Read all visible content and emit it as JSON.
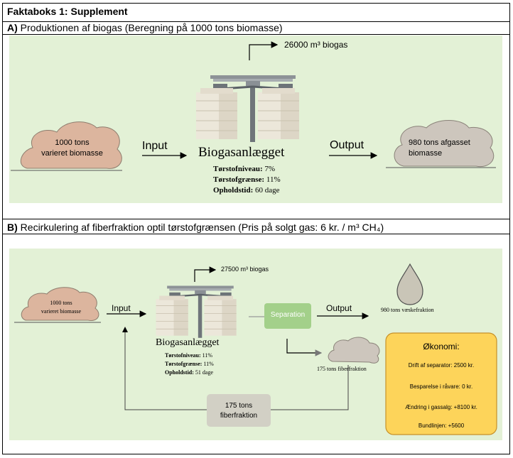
{
  "header": {
    "title": "Faktaboks 1: Supplement"
  },
  "section_a": {
    "title_prefix": "A)",
    "title_text": "Produktionen af biogas (Beregning på 1000 tons biomasse)",
    "biogas_output": "26000 m³ biogas",
    "input_cloud": [
      "1000 tons",
      "varieret biomasse"
    ],
    "input_label": "Input",
    "plant_name": "Biogasanlægget",
    "stats": [
      {
        "label": "Tørstofniveau:",
        "value": "7%"
      },
      {
        "label": "Tørstofgrænse:",
        "value": "11%"
      },
      {
        "label": "Opholdstid:",
        "value": "60 dage"
      }
    ],
    "output_label": "Output",
    "output_cloud": [
      "980 tons afgasset",
      "biomasse"
    ]
  },
  "section_b": {
    "title_prefix": "B)",
    "title_text": "Recirkulering af fiberfraktion optil tørstofgrænsen (Pris på solgt gas: 6 kr. / m³ CH₄)",
    "biogas_output": "27500 m³ biogas",
    "input_cloud": [
      "1000 tons",
      "varieret biomasse"
    ],
    "input_label": "Input",
    "plant_name": "Biogasanlægget",
    "stats": [
      {
        "label": "Tørstofniveau:",
        "value": "11%"
      },
      {
        "label": "Tørstofgrænse:",
        "value": "11%"
      },
      {
        "label": "Opholdstid:",
        "value": "51 dage"
      }
    ],
    "separation_label": "Separation",
    "output_label": "Output",
    "liquid_fraction": "980 tons væskefraktion",
    "fiber_fraction": "175 tons fiberfraktion",
    "recycle_box": [
      "175 tons",
      "fiberfraktion"
    ],
    "economy": {
      "title": "Økonomi:",
      "lines": [
        "Drift af separator: 2500 kr.",
        "Besparelse i råvare: 0 kr.",
        "Ændring i gassalg: +8100 kr.",
        "Bundlinjen: +5600"
      ]
    }
  },
  "colors": {
    "panel_green": "#e3f1d6",
    "cloud_brown": "#dcb59e",
    "cloud_gray": "#cdc6bd",
    "separation_green": "#a3d08a",
    "recycle_gray": "#d2d0c5",
    "economy_yellow": "#fdd45a",
    "economy_border": "#c6912a"
  }
}
